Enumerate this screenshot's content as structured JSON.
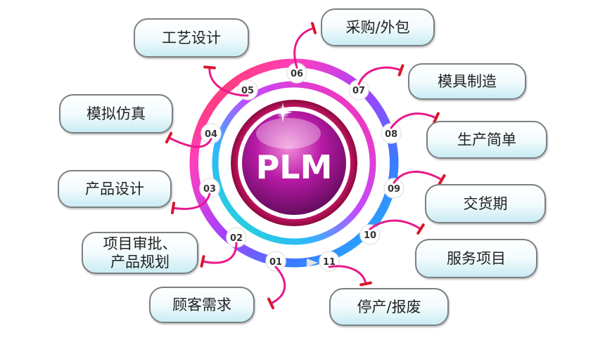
{
  "center": {
    "label": "PLM"
  },
  "steps": [
    {
      "num": "01",
      "label": "顾客需求"
    },
    {
      "num": "02",
      "label": "项目审批、\n产品规划"
    },
    {
      "num": "03",
      "label": "产品设计"
    },
    {
      "num": "04",
      "label": "模拟仿真"
    },
    {
      "num": "05",
      "label": "工艺设计"
    },
    {
      "num": "06",
      "label": "采购/外包"
    },
    {
      "num": "07",
      "label": "模具制造"
    },
    {
      "num": "08",
      "label": "生产简单"
    },
    {
      "num": "09",
      "label": "交货期"
    },
    {
      "num": "10",
      "label": "服务项目"
    },
    {
      "num": "11",
      "label": "停产/报废"
    }
  ],
  "colors": {
    "arrow": "#e8198b",
    "arrowhead": "#d9162b",
    "center": "#b0148c"
  }
}
